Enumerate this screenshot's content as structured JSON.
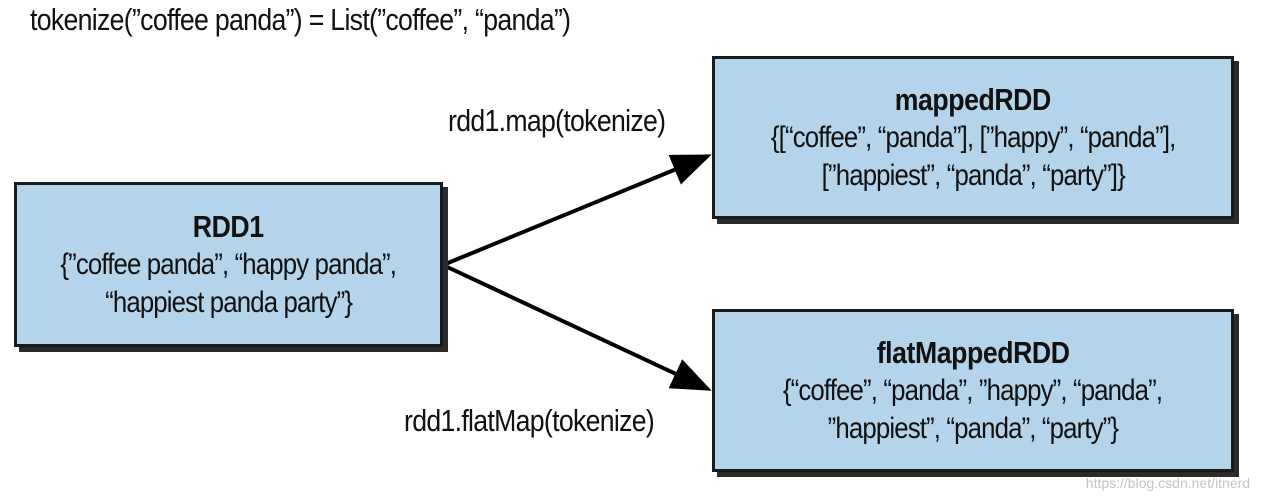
{
  "caption": "tokenize(”coffee panda”) = List(”coffee”, “panda”)",
  "colors": {
    "box_fill": "#b3d4eb",
    "box_border": "#1a1a1a",
    "arrow": "#000000",
    "watermark": "#c4c4c4"
  },
  "nodes": {
    "rdd1": {
      "title": "RDD1",
      "lines": [
        "{”coffee panda”, “happy panda”,",
        "“happiest panda party”}"
      ]
    },
    "mapped": {
      "title": "mappedRDD",
      "lines": [
        "{[“coffee”, “panda”], [”happy”, “panda”],",
        "[”happiest”, “panda”, “party”]}"
      ]
    },
    "flat": {
      "title": "flatMappedRDD",
      "lines": [
        "{“coffee”, “panda”, ”happy”, “panda”,",
        "”happiest”, “panda”, “party”}"
      ]
    }
  },
  "edges": {
    "map_label": "rdd1.map(tokenize)",
    "flatmap_label": "rdd1.flatMap(tokenize)"
  },
  "watermark": "https://blog.csdn.net/itnerd"
}
